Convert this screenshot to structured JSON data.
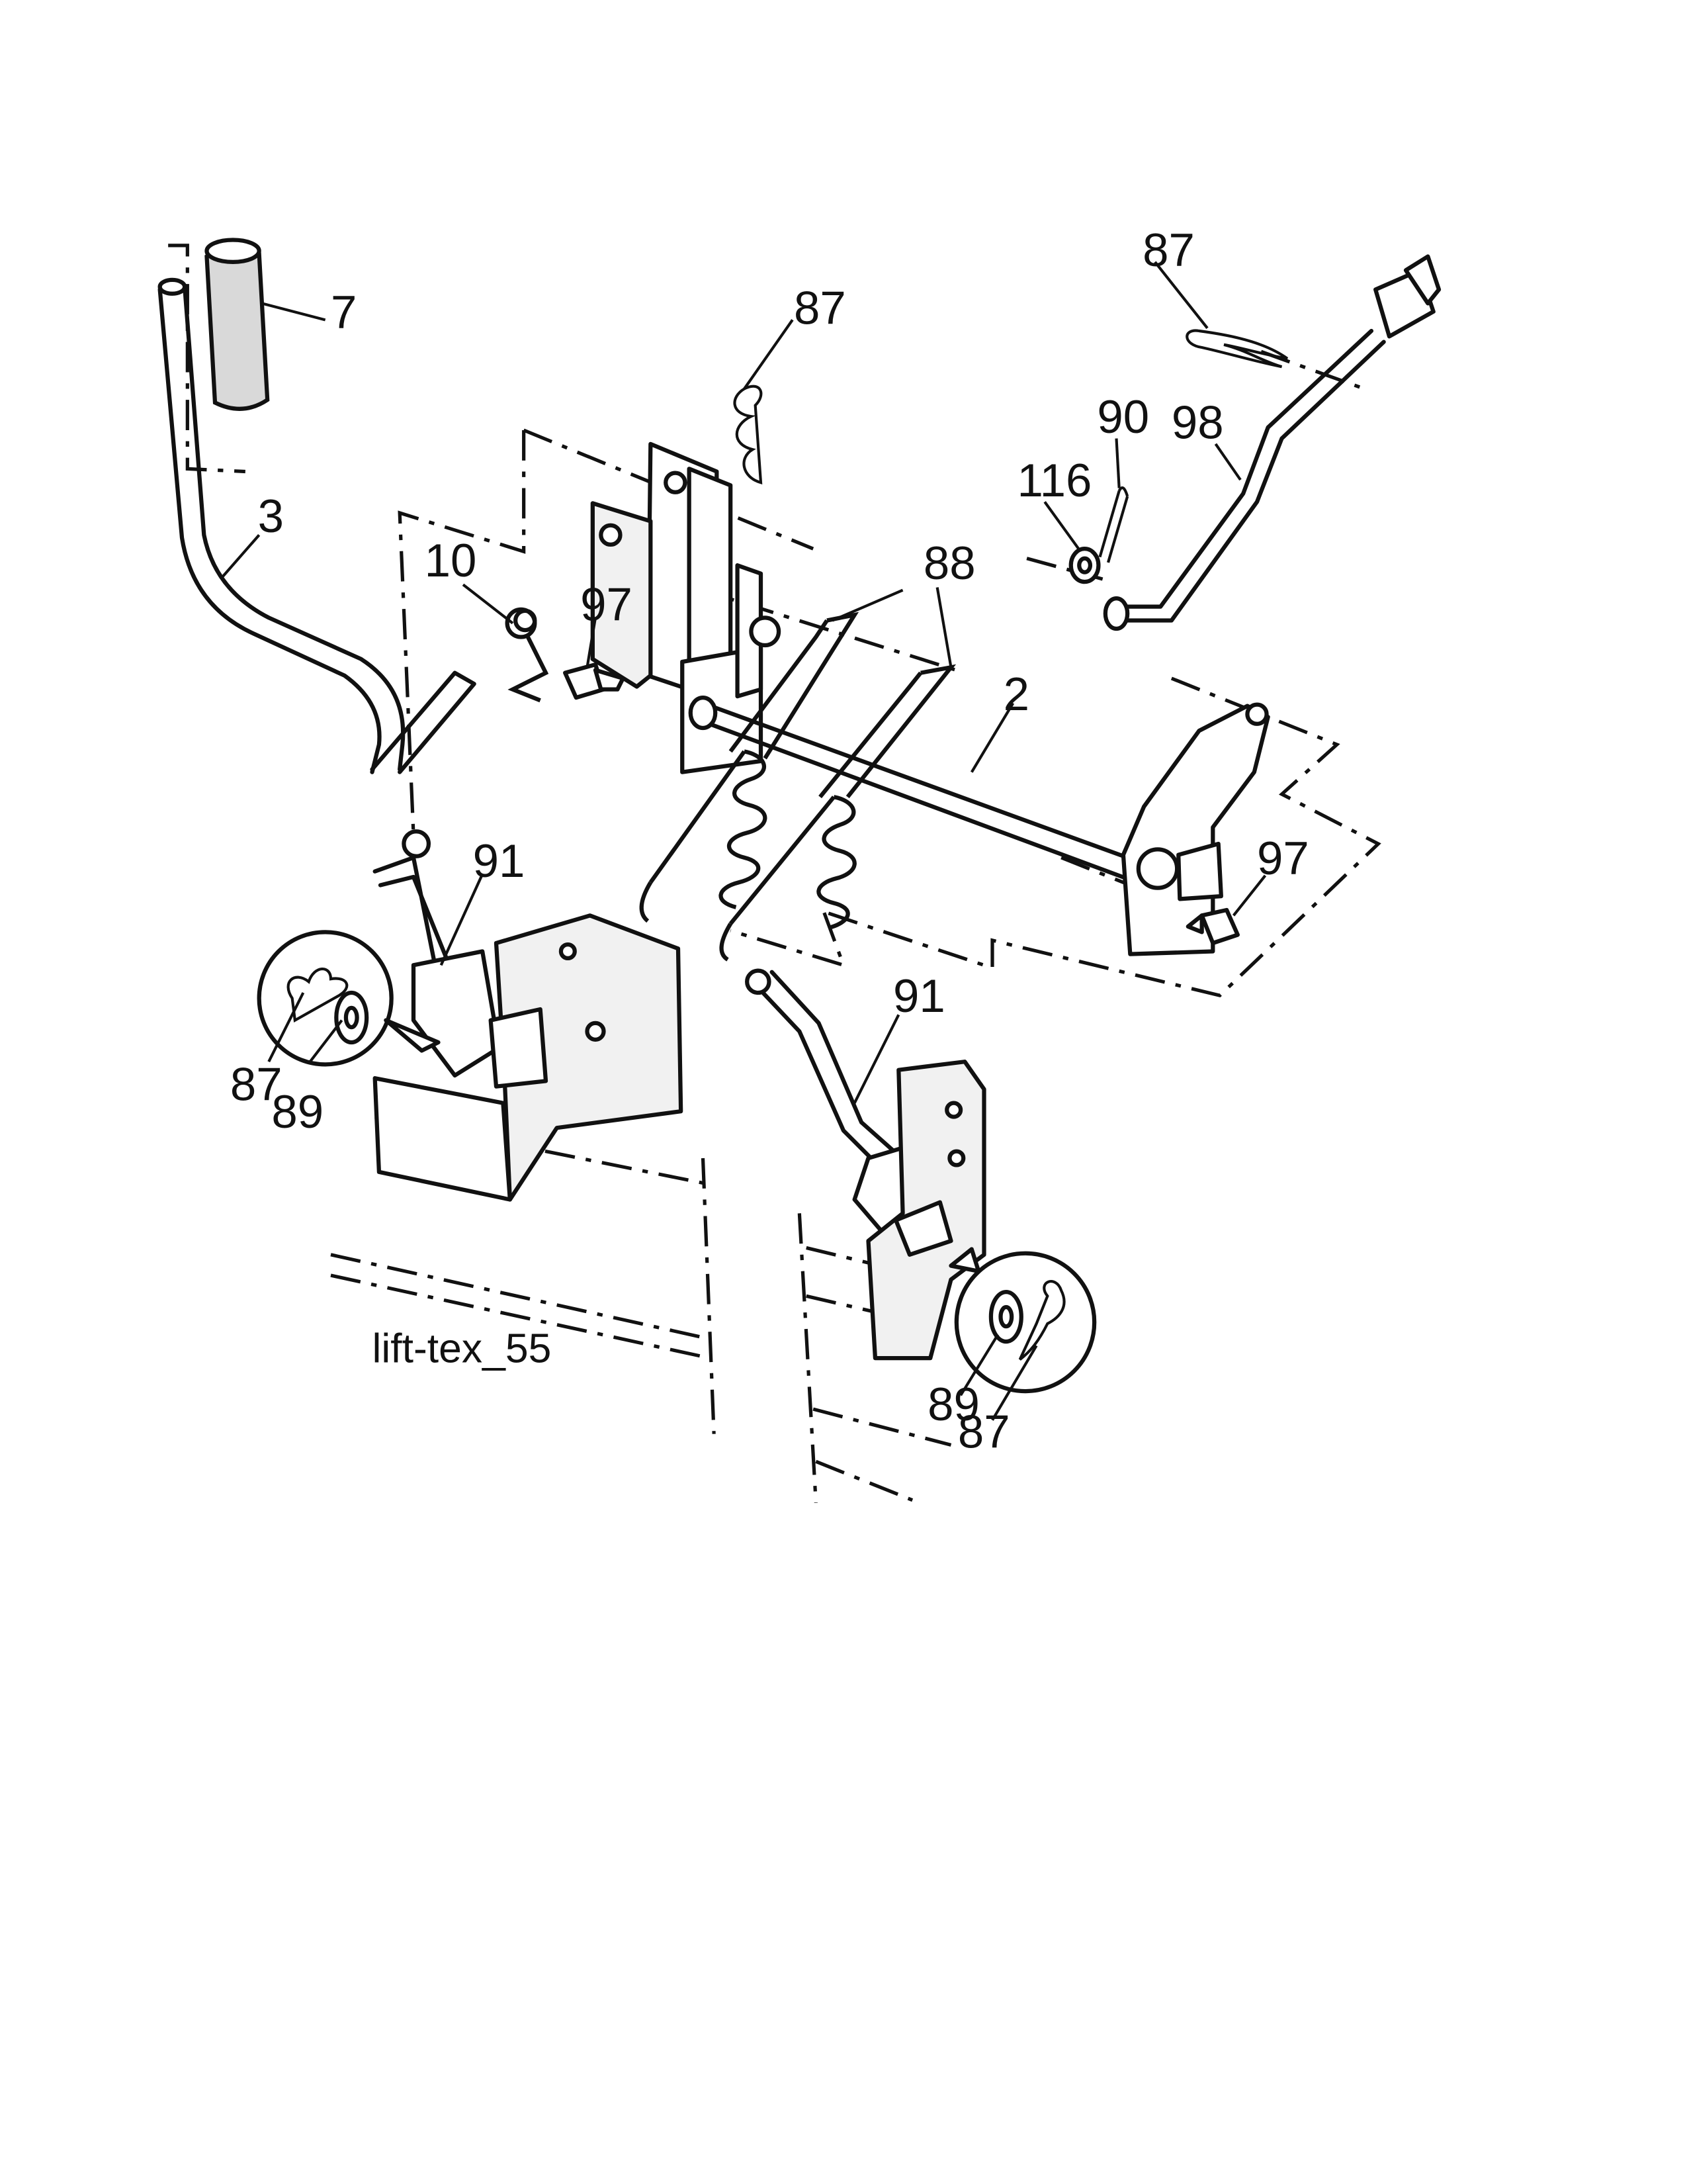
{
  "diagram": {
    "caption": "lift-tex_55",
    "callouts": {
      "c7": "7",
      "c3": "3",
      "c10": "10",
      "c97a": "97",
      "c87a": "87",
      "c88": "88",
      "c2": "2",
      "c97b": "97",
      "c87b": "87",
      "c90": "90",
      "c98": "98",
      "c116": "116",
      "c91a": "91",
      "c87c": "87",
      "c89a": "89",
      "c91b": "91",
      "c89b": "89",
      "c87d": "87"
    }
  }
}
